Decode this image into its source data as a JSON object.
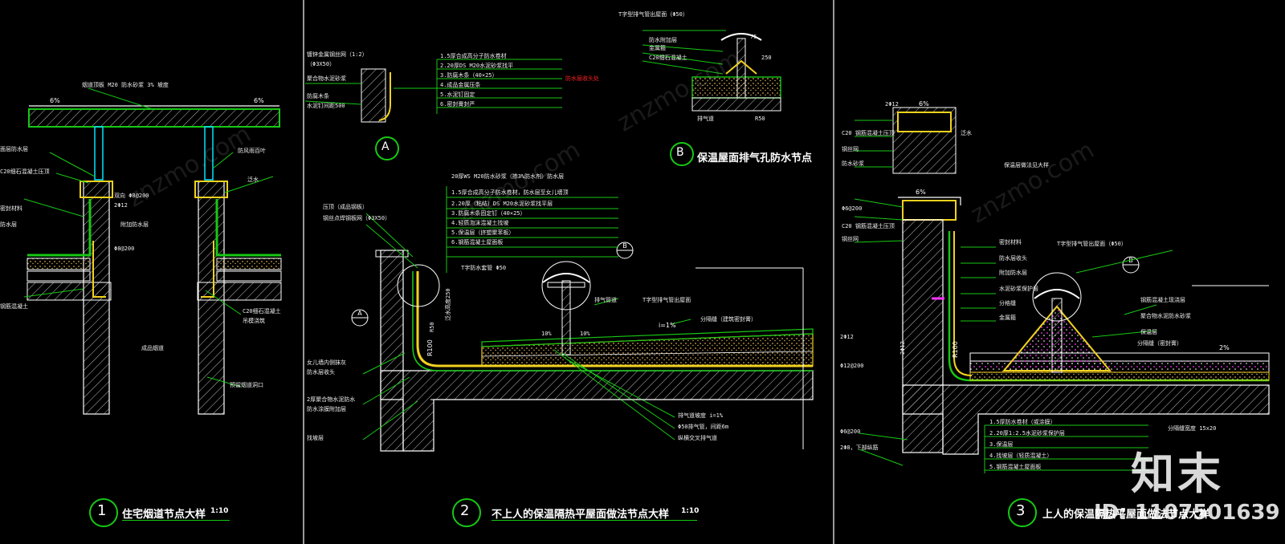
{
  "top_left_fragment": "",
  "detail_1": {
    "number": "1",
    "title": "住宅烟道节点大样",
    "scale": "1:10"
  },
  "detail_2": {
    "number": "2",
    "title": "不上人的保温隔热平屋面做法节点大样",
    "scale": "1:10"
  },
  "detail_3": {
    "number": "3",
    "title": "上人的保温隔热平屋面做法节点大样",
    "scale": ""
  },
  "callout_A": {
    "letter": "A"
  },
  "callout_B": {
    "letter": "B",
    "title": "保温屋面排气孔防水节点"
  },
  "slopes": {
    "six_percent": "6%",
    "one_percent": "i=1%",
    "two_percent": "i=2%",
    "two_percent_b": "2%",
    "r100": "R100",
    "c20": "C20细石混凝土"
  },
  "watermark": {
    "brand": "知末",
    "id": "ID: 1107501639",
    "site": "znzmo.com"
  },
  "colors": {
    "background": "#000000",
    "line": "#ffffff",
    "green": "#17c814",
    "yellow": "#f2d21e",
    "cyan": "#00e5ff",
    "magenta": "#ff33ff",
    "red": "#ff2020"
  }
}
